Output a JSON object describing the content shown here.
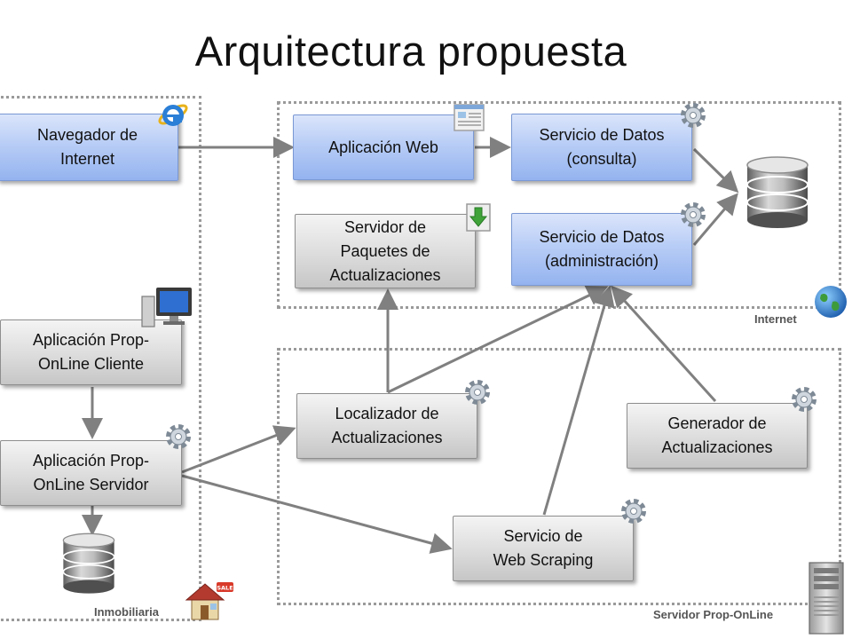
{
  "title": "Arquitectura propuesta",
  "zones": {
    "inmobiliaria": "Inmobiliaria",
    "internet": "Internet",
    "servidor": "Servidor Prop-OnLine"
  },
  "nodes": {
    "navegador": "Navegador de\nInternet",
    "app_web": "Aplicación Web",
    "datos_consulta": "Servicio de Datos\n(consulta)",
    "paquetes": "Servidor de\nPaquetes de\nActualizaciones",
    "datos_admin": "Servicio de Datos\n(administración)",
    "cliente": "Aplicación Prop-\nOnLine Cliente",
    "servidor": "Aplicación Prop-\nOnLine Servidor",
    "localizador": "Localizador de\nActualizaciones",
    "generador": "Generador de\nActualizaciones",
    "scraping": "Servicio de\nWeb Scraping"
  },
  "icons": {
    "browser": "internet-explorer-icon",
    "webpage": "web-page-icon",
    "download": "download-arrow-icon",
    "gear": "gear-icon",
    "database": "database-icon",
    "globe": "globe-icon",
    "computer": "desktop-computer-icon",
    "house": "house-for-sale-icon",
    "server": "server-tower-icon",
    "sale_sign": "SALE"
  },
  "colors": {
    "blue_box": "#b8cdf6",
    "gray_box": "#dcdcdc",
    "arrow": "#808080",
    "zone_border": "#9a9a9a"
  }
}
